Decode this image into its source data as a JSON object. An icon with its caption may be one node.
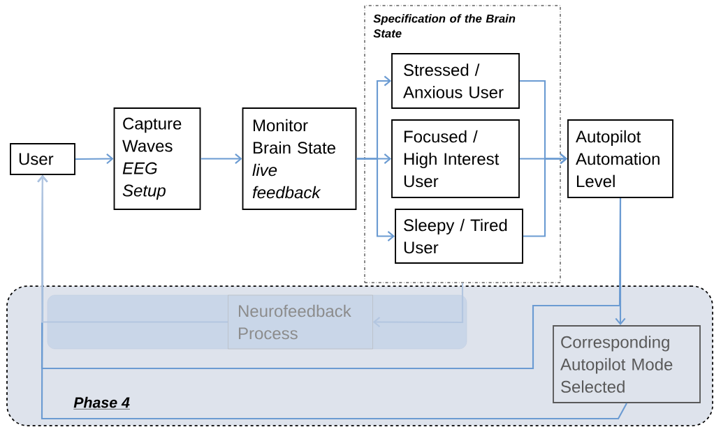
{
  "diagram": {
    "nodes": [
      {
        "text": [
          "User"
        ]
      },
      {
        "text": [
          "Capture Waves",
          "EEG Setup"
        ]
      },
      {
        "text": [
          "Monitor Brain State",
          "live feedback"
        ]
      },
      {
        "text": [
          "Specification of the Brain State"
        ]
      },
      {
        "text": [
          "Stressed / Anxious User"
        ],
        "in": 3
      },
      {
        "text": [
          "Focused / High Interest User"
        ],
        "in": 3
      },
      {
        "text": [
          "Sleepy / Tired User"
        ],
        "in": 3
      },
      {
        "text": [
          "Autopilot Automation Level"
        ]
      },
      {
        "text": [
          "Phase 4"
        ]
      },
      {
        "text": [],
        "shape": "box",
        "in": 8
      },
      {
        "text": [
          "Neurofeedback Process"
        ],
        "in": 9
      },
      {
        "text": [
          "Corresponding Autopilot Mode Selected"
        ],
        "in": 8
      }
    ],
    "edges": [
      {
        "from": 0,
        "to": 1,
        "arrow": "to"
      },
      {
        "from": 1,
        "to": 2,
        "arrow": "to"
      },
      {
        "from": 2,
        "to": 4,
        "arrow": "to"
      },
      {
        "from": 2,
        "to": 5,
        "arrow": "to"
      },
      {
        "from": 2,
        "to": 6,
        "arrow": "to"
      },
      {
        "from": 4,
        "to": 7,
        "arrow": "to"
      },
      {
        "from": 5,
        "to": 7,
        "arrow": "to"
      },
      {
        "from": 6,
        "to": 7,
        "arrow": "to"
      },
      {
        "from": 7,
        "to": 11,
        "arrow": "to"
      },
      {
        "from": 7,
        "to": 0,
        "arrow": "to"
      },
      {
        "from": 11,
        "to": 0,
        "arrow": "to"
      },
      {
        "from": 3,
        "to": 10,
        "arrow": "to",
        "color": "#b3c6e0"
      },
      {
        "from": 10,
        "to": 0,
        "arrow": "to",
        "color": "#b3c6e0"
      }
    ]
  }
}
